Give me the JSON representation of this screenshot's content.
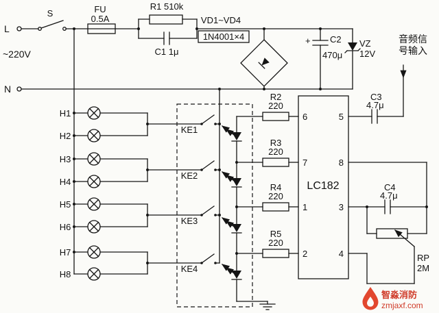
{
  "mains": {
    "l_label": "L",
    "n_label": "N",
    "voltage_label": "~220V",
    "switch_label": "S"
  },
  "fuse": {
    "name": "FU",
    "value": "0.5A"
  },
  "r1": {
    "label": "R1 510k"
  },
  "c1": {
    "label": "C1 1μ"
  },
  "rectifier": {
    "diodes_label": "VD1~VD4",
    "type_label": "1N4001×4"
  },
  "c2": {
    "plus": "+",
    "name": "C2",
    "value": "470μ"
  },
  "vz": {
    "name": "VZ",
    "value": "12V"
  },
  "audio_input": {
    "line1": "音频信",
    "line2": "号输入"
  },
  "lamps": [
    "H1",
    "H2",
    "H3",
    "H4",
    "H5",
    "H6",
    "H7",
    "H8"
  ],
  "relays": [
    "KE1",
    "KE2",
    "KE3",
    "KE4"
  ],
  "resistors": [
    {
      "name": "R2",
      "value": "220"
    },
    {
      "name": "R3",
      "value": "220"
    },
    {
      "name": "R4",
      "value": "220"
    },
    {
      "name": "R5",
      "value": "220"
    }
  ],
  "ic": {
    "name": "LC182",
    "pins_left": [
      "6",
      "7",
      "1",
      "2"
    ],
    "pins_right": [
      "5",
      "8",
      "3",
      "4"
    ]
  },
  "c3": {
    "name": "C3",
    "value": "4.7μ"
  },
  "c4": {
    "name": "C4",
    "value": "4.7μ"
  },
  "rp": {
    "name": "RP",
    "value": "2M"
  },
  "watermark": {
    "brand": "智淼消防",
    "site": "zmjaxf.com"
  }
}
